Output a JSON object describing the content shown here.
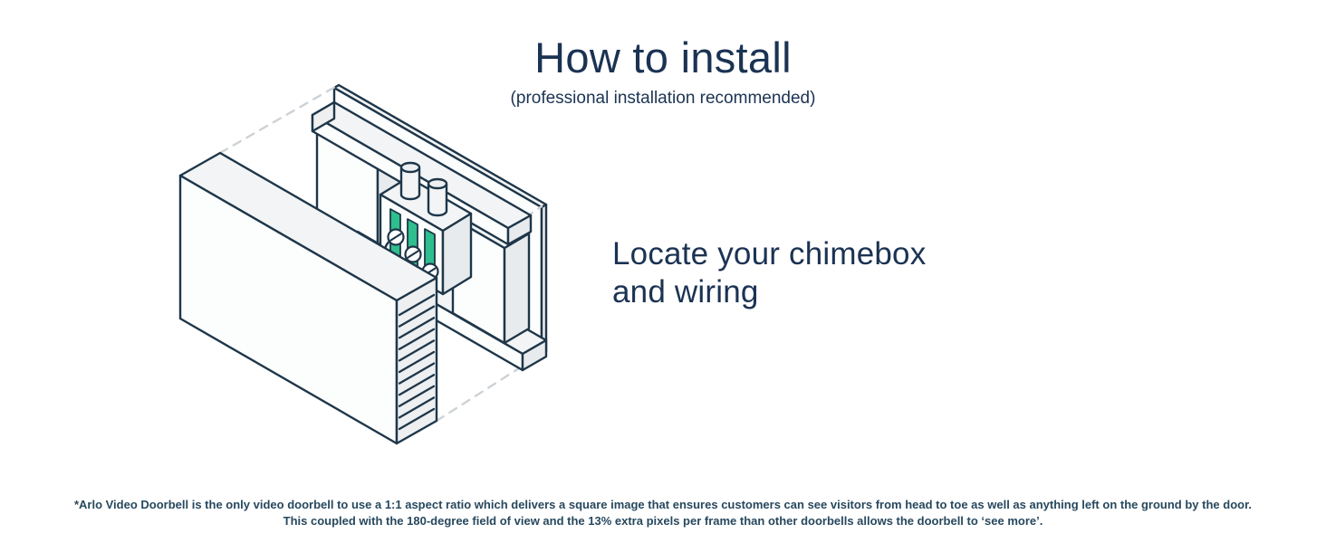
{
  "header": {
    "title": "How to install",
    "subtitle": "(professional installation recommended)"
  },
  "step": {
    "caption_line1": "Locate your chimebox",
    "caption_line2": "and wiring"
  },
  "footnote": {
    "line1": "*Arlo Video Doorbell is the only video doorbell to use a 1:1 aspect ratio which delivers a square image that ensures customers can see visitors from head to toe as well as anything left on the ground by the door.",
    "line2": "This coupled with the 180-degree field of  view and the 13% extra pixels per frame than other doorbells allows the doorbell to ‘see more’."
  },
  "illustration": {
    "label": "chimebox-and-wiring-diagram",
    "description": "Isometric line drawing of a doorbell chimebox with its vented cover pulled away from the wall plate, exposing two chime bars, solenoid blocks and a wiring terminal block with green terminals, screws and curled wires",
    "colors": {
      "ink": "#1B3353",
      "footnote_ink": "#27485E",
      "outline": "#1E3649",
      "fill_white": "#FCFDFD",
      "fill_light": "#F2F4F5",
      "fill_mid": "#EDEFF1",
      "fill_side": "#E8EBED",
      "accent_green": "#2FBE8E",
      "dashed_gray": "#CDD2D6"
    }
  }
}
